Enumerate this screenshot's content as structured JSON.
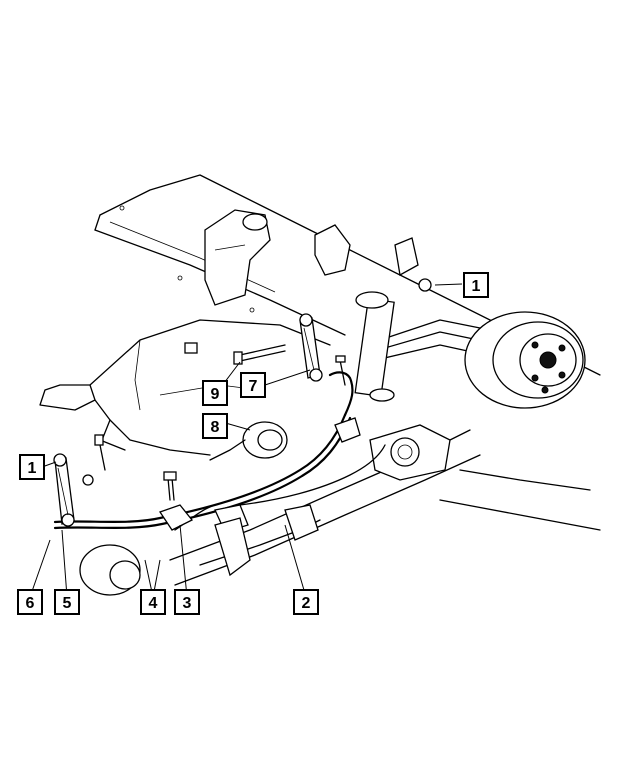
{
  "callouts": {
    "c1a": "1",
    "c1b": "1",
    "c2": "2",
    "c3": "3",
    "c4": "4",
    "c5": "5",
    "c6": "6",
    "c7": "7",
    "c8": "8",
    "c9": "9"
  }
}
